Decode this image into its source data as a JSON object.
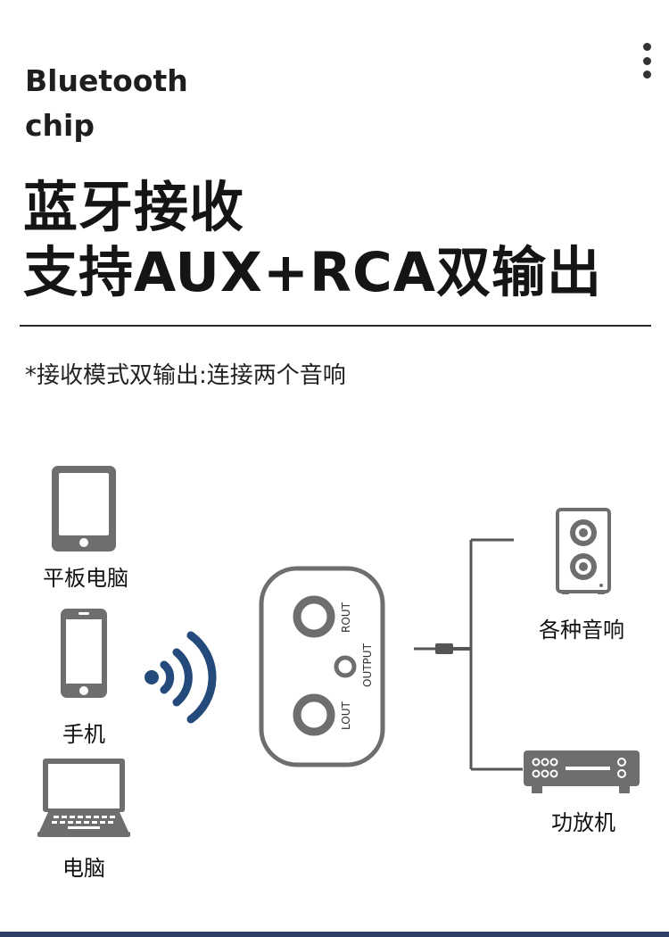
{
  "header": {
    "brand_line1": "Bluetooth",
    "brand_line2": "chip",
    "menu_icon": "more-vertical-icon"
  },
  "headline": {
    "line1": "蓝牙接收",
    "line2": "支持AUX+RCA双输出"
  },
  "note": "*接收模式双输出:连接两个音响",
  "devices": {
    "tablet": "平板电脑",
    "phone": "手机",
    "laptop": "电脑"
  },
  "receiver": {
    "rout": "ROUT",
    "output": "OUTPUT",
    "lout": "LOUT"
  },
  "outputs": {
    "speaker": "各种音响",
    "amplifier": "功放机"
  },
  "colors": {
    "icon_gray": "#6e6e6e",
    "signal_blue": "#244a7c",
    "accent_bar": "#2f3e66"
  }
}
